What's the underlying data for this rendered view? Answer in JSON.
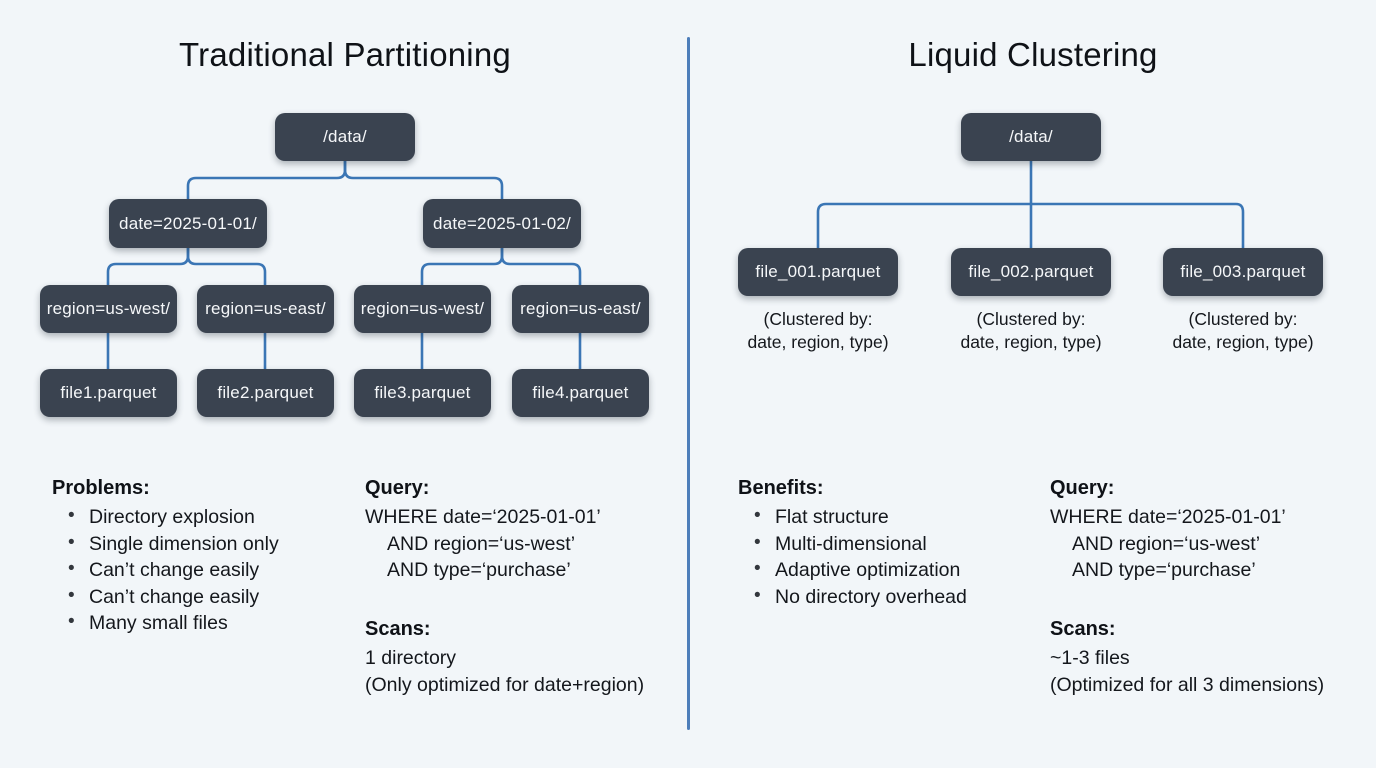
{
  "theme": {
    "bg": "#f2f6f9",
    "node_bg": "#3a4350",
    "node_text": "#f5f7f9",
    "connector": "#3b76b5",
    "divider": "#4d7eba",
    "text": "#14171c",
    "heading": "#0f1217"
  },
  "left": {
    "title": "Traditional Partitioning",
    "tree": {
      "root": "/data/",
      "dates": [
        "date=2025-01-01/",
        "date=2025-01-02/"
      ],
      "regions": [
        "region=us-west/",
        "region=us-east/",
        "region=us-west/",
        "region=us-east/"
      ],
      "files": [
        "file1.parquet",
        "file2.parquet",
        "file3.parquet",
        "file4.parquet"
      ]
    },
    "problems": {
      "heading": "Problems:",
      "items": [
        "Directory explosion",
        "Single dimension only",
        "Can’t change easily",
        "Can’t change easily",
        "Many small files"
      ]
    },
    "query": {
      "heading": "Query:",
      "line1": "WHERE date=‘2025-01-01’",
      "line2": "AND region=‘us-west’",
      "line3": "AND type=‘purchase’"
    },
    "scans": {
      "heading": "Scans:",
      "line1": "1 directory",
      "line2": "(Only optimized for date+region)"
    }
  },
  "right": {
    "title": "Liquid Clustering",
    "tree": {
      "root": "/data/",
      "files": [
        "file_001.parquet",
        "file_002.parquet",
        "file_003.parquet"
      ],
      "captions": [
        {
          "line1": "(Clustered by:",
          "line2": "date, region, type)"
        },
        {
          "line1": "(Clustered by:",
          "line2": "date, region, type)"
        },
        {
          "line1": "(Clustered by:",
          "line2": "date, region, type)"
        }
      ]
    },
    "benefits": {
      "heading": "Benefits:",
      "items": [
        "Flat structure",
        "Multi-dimensional",
        "Adaptive optimization",
        "No directory overhead"
      ]
    },
    "query": {
      "heading": "Query:",
      "line1": "WHERE date=‘2025-01-01’",
      "line2": "AND region=‘us-west’",
      "line3": "AND type=‘purchase’"
    },
    "scans": {
      "heading": "Scans:",
      "line1": "~1-3 files",
      "line2": "(Optimized for all 3 dimensions)"
    }
  }
}
